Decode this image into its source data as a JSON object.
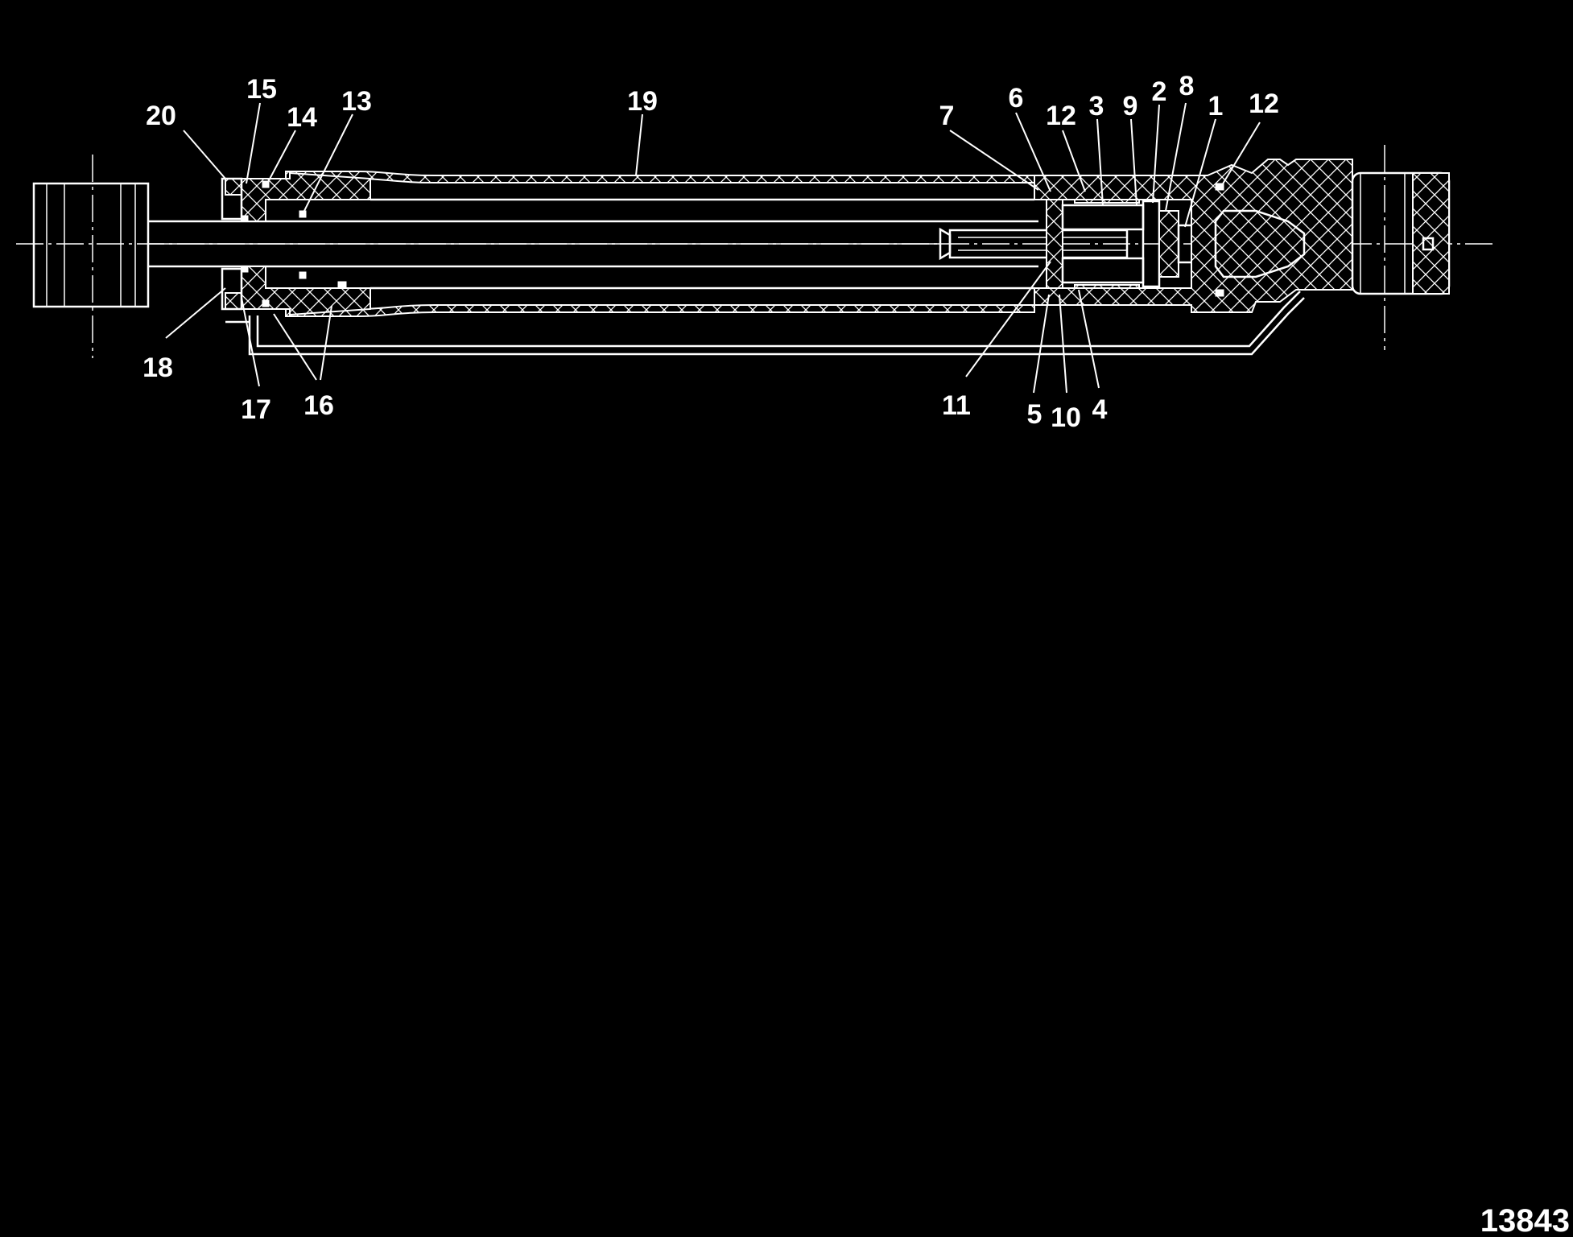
{
  "diagram": {
    "callouts": [
      "20",
      "15",
      "14",
      "13",
      "19",
      "7",
      "6",
      "12",
      "3",
      "9",
      "2",
      "8",
      "1",
      "12",
      "18",
      "17",
      "16",
      "11",
      "5",
      "10",
      "4"
    ],
    "figure_id": "13843"
  }
}
